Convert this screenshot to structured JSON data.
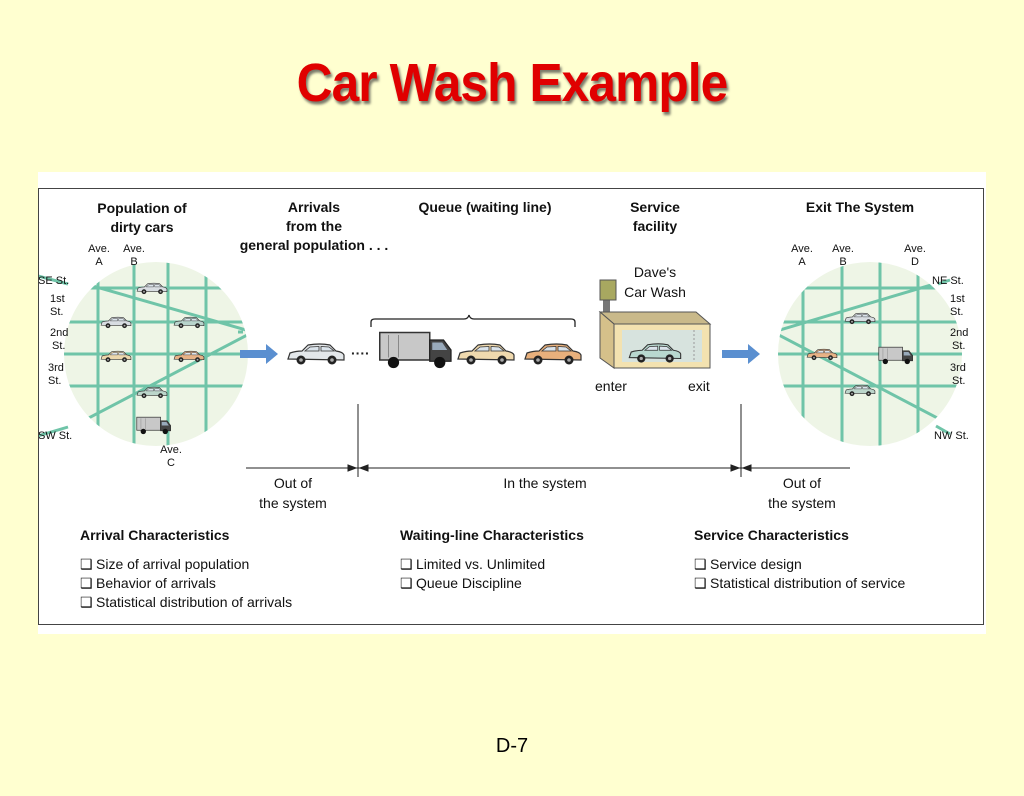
{
  "slide": {
    "title": "Car Wash Example",
    "page_number": "D-7"
  },
  "colors": {
    "background": "#ffffd0",
    "title": "#e00000",
    "grid_lines": "#6fc4a8",
    "circle_fill": "#eef5e6",
    "arrow": "#5a8fd0"
  },
  "headers": {
    "population": [
      "Population of",
      "dirty cars"
    ],
    "arrivals": [
      "Arrivals",
      "from the",
      "general population . . ."
    ],
    "queue": "Queue (waiting line)",
    "service": [
      "Service",
      "facility"
    ],
    "exit": "Exit The System"
  },
  "left_map": {
    "avenues_top": [
      [
        "Ave.",
        "A"
      ],
      [
        "Ave.",
        "B"
      ]
    ],
    "avenue_bottom": [
      "Ave.",
      "C"
    ],
    "streets": [
      [
        "SE St."
      ],
      [
        "1st",
        "St."
      ],
      [
        "2nd",
        "St."
      ],
      [
        "3rd",
        "St."
      ],
      [
        "SW St."
      ]
    ]
  },
  "right_map": {
    "avenues_top": [
      [
        "Ave.",
        "A"
      ],
      [
        "Ave.",
        "B"
      ],
      [
        "Ave.",
        "D"
      ]
    ],
    "streets": [
      [
        "NE St."
      ],
      [
        "1st",
        "St."
      ],
      [
        "2nd",
        "St."
      ],
      [
        "3rd",
        "St."
      ],
      [
        "NW St."
      ]
    ]
  },
  "facility": {
    "name": [
      "Dave's",
      "Car Wash"
    ],
    "enter": "enter",
    "exit": "exit"
  },
  "queue_dots": "····",
  "timeline": {
    "left": [
      "Out of",
      "the system"
    ],
    "middle": "In the system",
    "right": [
      "Out of",
      "the system"
    ]
  },
  "characteristics": [
    {
      "heading": "Arrival Characteristics",
      "items": [
        "Size of arrival population",
        "Behavior of arrivals",
        "Statistical distribution of arrivals"
      ]
    },
    {
      "heading": "Waiting-line Characteristics",
      "items": [
        "Limited vs. Unlimited",
        "Queue Discipline"
      ]
    },
    {
      "heading": "Service Characteristics",
      "items": [
        "Service design",
        "Statistical distribution of service"
      ]
    }
  ],
  "checkbox_glyph": "❑"
}
